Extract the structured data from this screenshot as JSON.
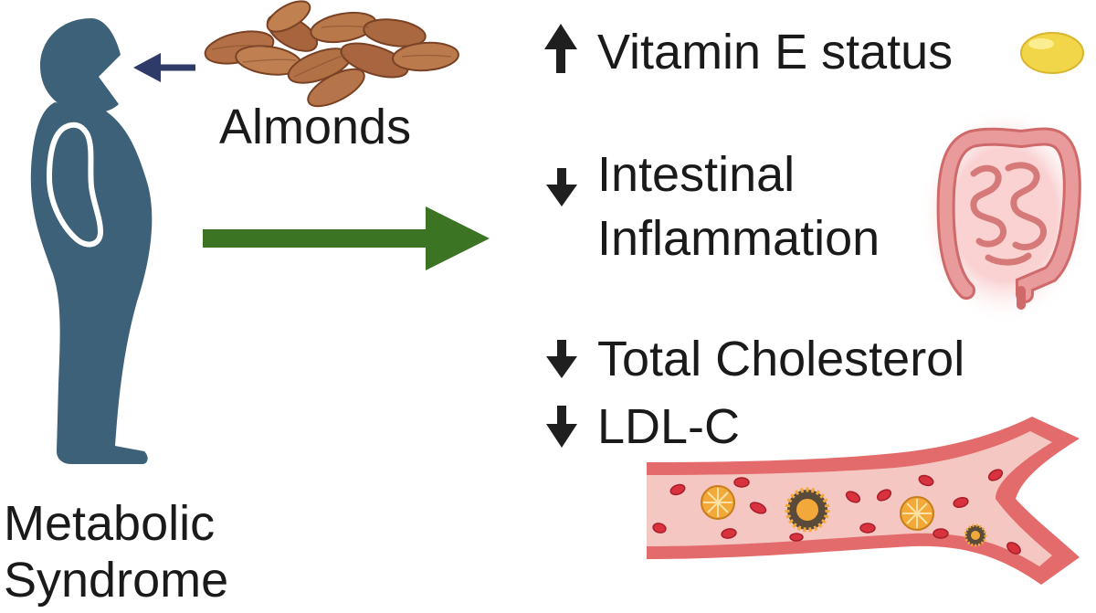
{
  "input": {
    "condition_line1": "Metabolic",
    "condition_line2": "Syndrome",
    "food_label": "Almonds"
  },
  "outcomes": [
    {
      "direction": "up",
      "label": "Vitamin E status"
    },
    {
      "direction": "down",
      "label_line1": "Intestinal",
      "label_line2": "Inflammation"
    },
    {
      "direction": "down",
      "label": "Total Cholesterol"
    },
    {
      "direction": "down",
      "label": "LDL-C"
    }
  ],
  "colors": {
    "person": "#3d6179",
    "intake_arrow": "#2e3a68",
    "effect_arrow": "#3b7423",
    "direction_arrow": "#1f1f1f",
    "almond": "#b0704a",
    "vitamin_capsule": "#f1d64a",
    "intestine": "#e58f8f",
    "vessel_wall": "#e36b6b",
    "blood_cell": "#d8323f",
    "lipoprotein": "#f3a93a"
  },
  "icons": [
    "person-silhouette-icon",
    "almonds-icon",
    "vitamin-e-capsule-icon",
    "intestine-icon",
    "blood-vessel-icon"
  ]
}
